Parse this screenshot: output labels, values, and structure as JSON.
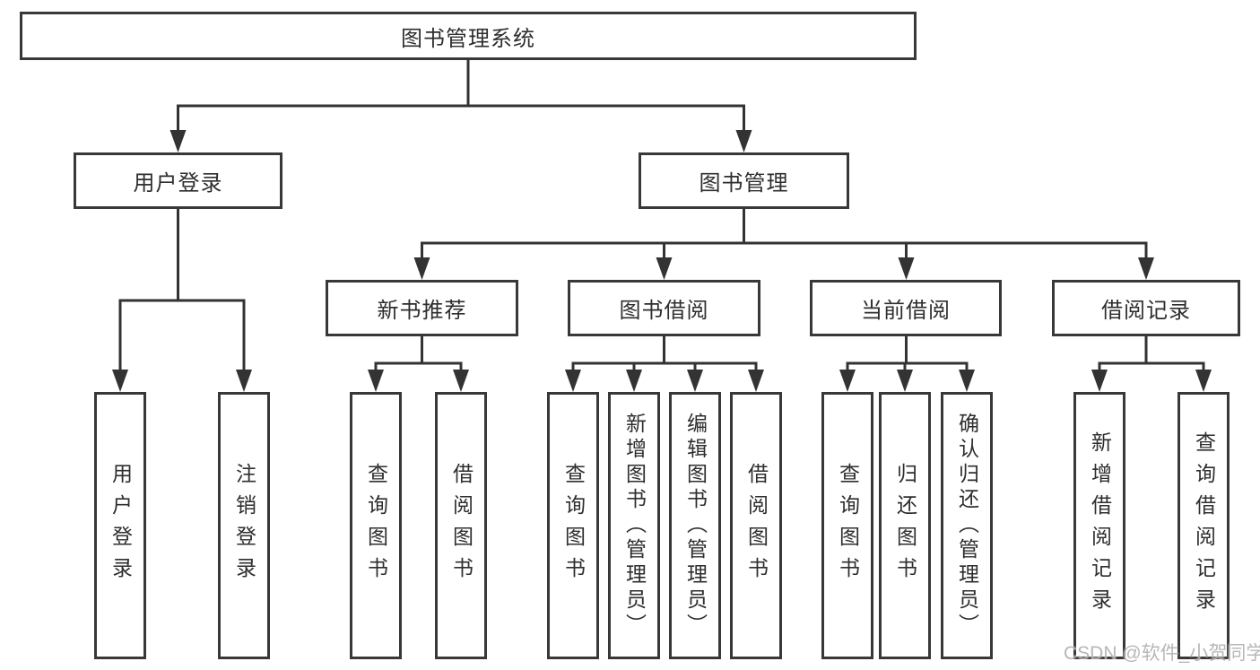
{
  "diagram": {
    "title_node": {
      "label": "图书管理系统"
    },
    "level2": [
      {
        "label": "用户登录"
      },
      {
        "label": "图书管理"
      }
    ],
    "level3": [
      {
        "label": "新书推荐"
      },
      {
        "label": "图书借阅"
      },
      {
        "label": "当前借阅"
      },
      {
        "label": "借阅记录"
      }
    ],
    "leaves": [
      {
        "label": "用户登录",
        "parent": "用户登录"
      },
      {
        "label": "注销登录",
        "parent": "用户登录"
      },
      {
        "label": "查询图书",
        "parent": "新书推荐"
      },
      {
        "label": "借阅图书",
        "parent": "新书推荐"
      },
      {
        "label": "查询图书",
        "parent": "图书借阅"
      },
      {
        "label": "新增图书（管理员）",
        "parent": "图书借阅"
      },
      {
        "label": "编辑图书（管理员）",
        "parent": "图书借阅"
      },
      {
        "label": "借阅图书",
        "parent": "图书借阅"
      },
      {
        "label": "查询图书",
        "parent": "当前借阅"
      },
      {
        "label": "归还图书",
        "parent": "当前借阅"
      },
      {
        "label": "确认归还（管理员）",
        "parent": "当前借阅"
      },
      {
        "label": "新增借阅记录",
        "parent": "借阅记录"
      },
      {
        "label": "查询借阅记录",
        "parent": "借阅记录"
      }
    ],
    "colors": {
      "box_border": "#383838",
      "line": "#333333",
      "text": "#2e2e2e",
      "background": "#ffffff",
      "watermark": "#b0b0b0"
    }
  },
  "watermark": {
    "text": "CSDN @软件_小贺同学"
  }
}
